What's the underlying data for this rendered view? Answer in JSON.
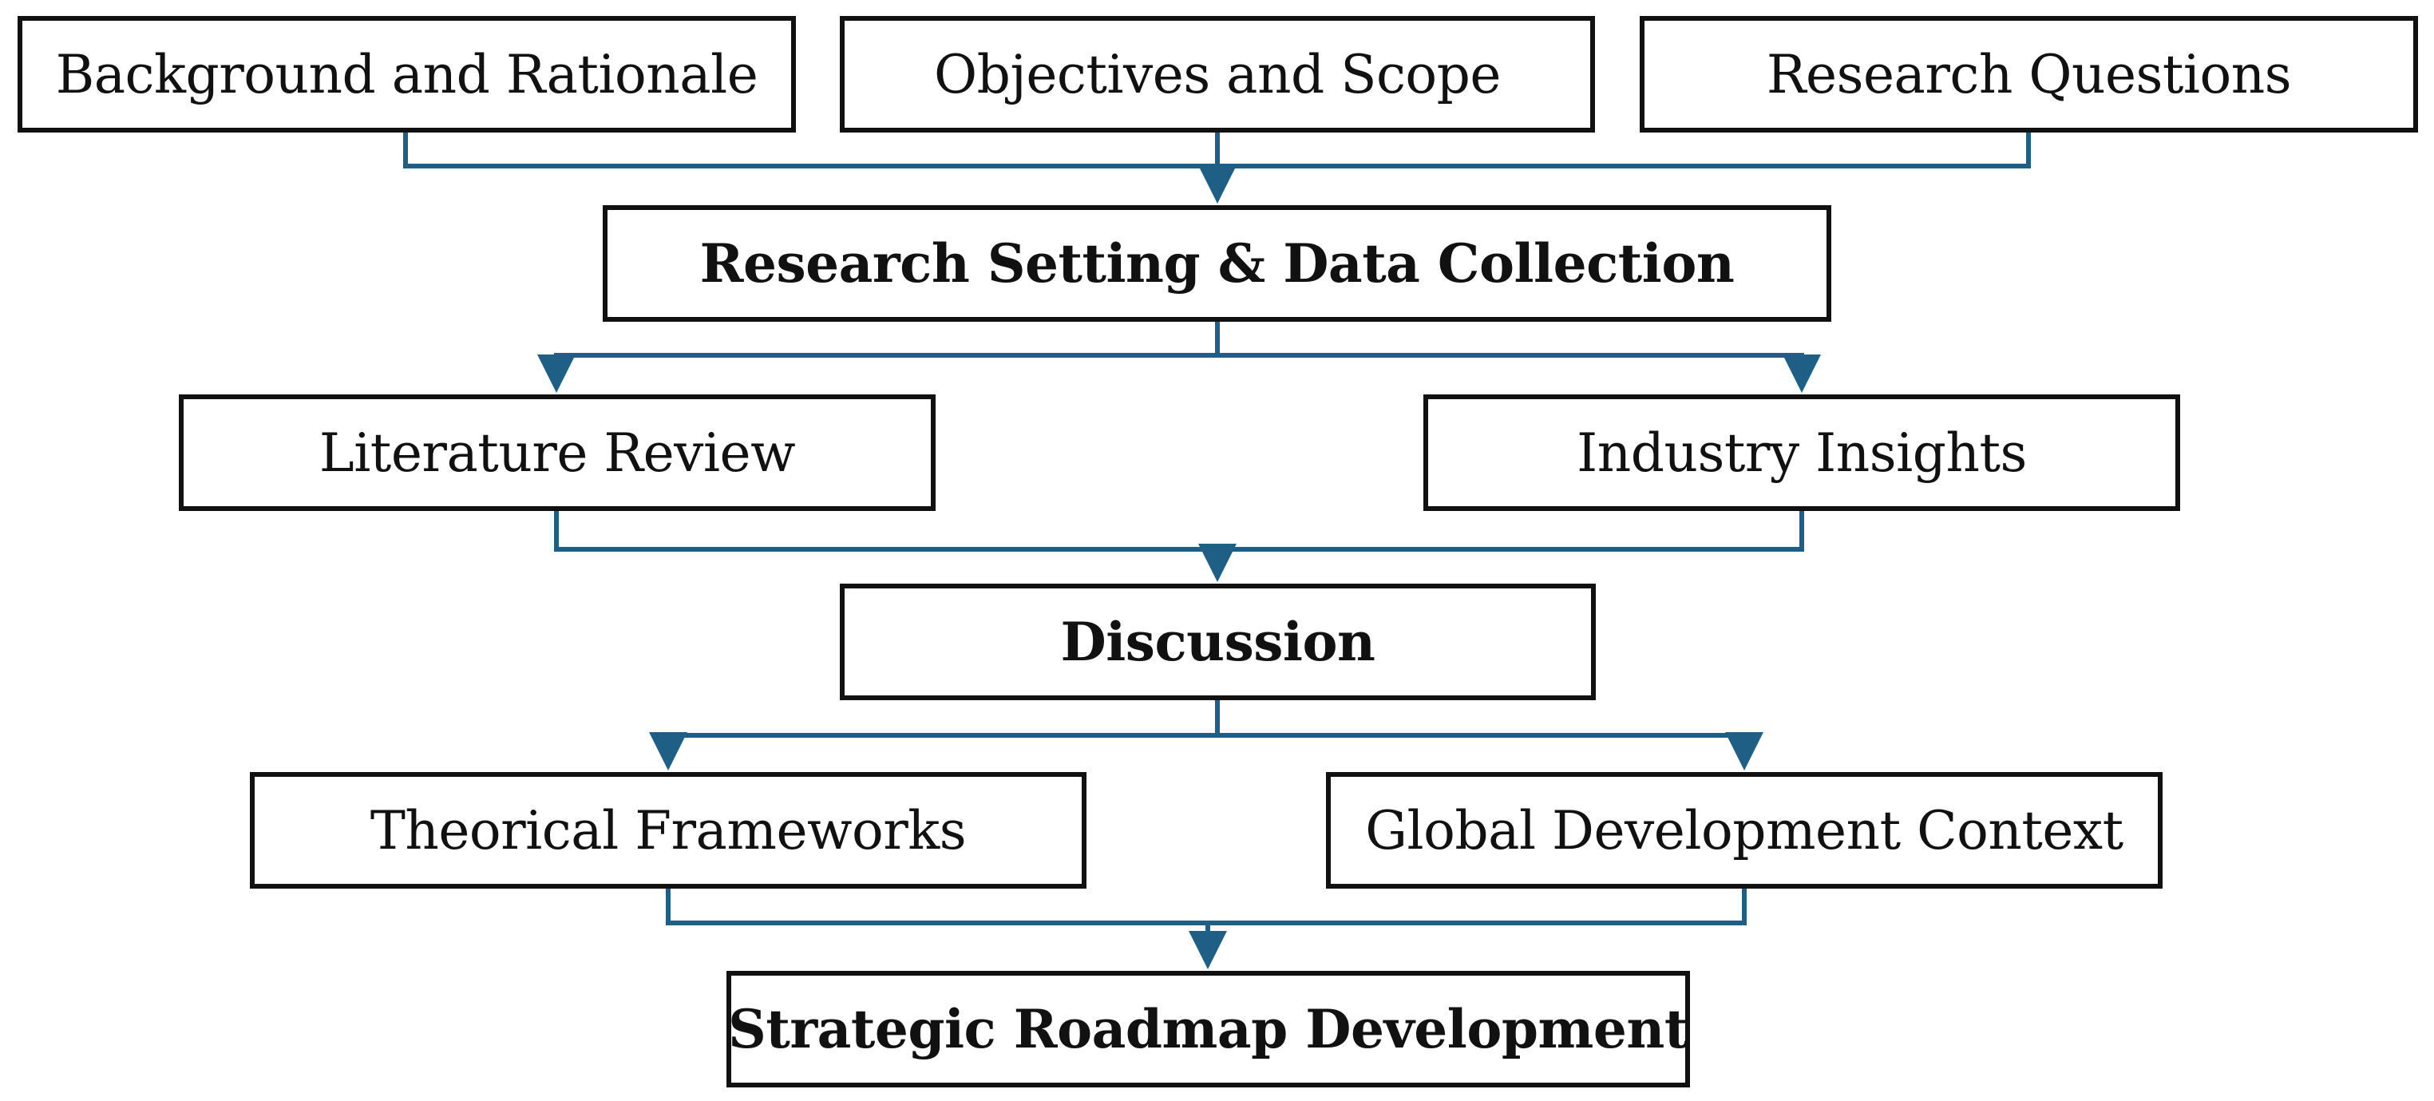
{
  "colors": {
    "connector": "#1f5f85",
    "box_border": "#111111",
    "text": "#111111",
    "background": "#ffffff"
  },
  "boxes": {
    "background": "Background and Rationale",
    "objectives": "Objectives and Scope",
    "research_questions": "Research Questions",
    "research_setting": "Research Setting & Data Collection",
    "literature_review": "Literature Review",
    "industry_insights": "Industry Insights",
    "discussion": "Discussion",
    "theorical_frameworks": "Theorical Frameworks",
    "global_context": "Global Development Context",
    "strategic_roadmap": "Strategic Roadmap Development"
  },
  "edges": [
    {
      "from": "Background and Rationale",
      "to": "Research Setting & Data Collection"
    },
    {
      "from": "Objectives and Scope",
      "to": "Research Setting & Data Collection"
    },
    {
      "from": "Research Questions",
      "to": "Research Setting & Data Collection"
    },
    {
      "from": "Research Setting & Data Collection",
      "to": "Literature Review"
    },
    {
      "from": "Research Setting & Data Collection",
      "to": "Industry Insights"
    },
    {
      "from": "Literature Review",
      "to": "Discussion"
    },
    {
      "from": "Industry Insights",
      "to": "Discussion"
    },
    {
      "from": "Discussion",
      "to": "Theorical Frameworks"
    },
    {
      "from": "Discussion",
      "to": "Global Development Context"
    },
    {
      "from": "Theorical Frameworks",
      "to": "Strategic Roadmap Development"
    },
    {
      "from": "Global Development Context",
      "to": "Strategic Roadmap Development"
    }
  ]
}
